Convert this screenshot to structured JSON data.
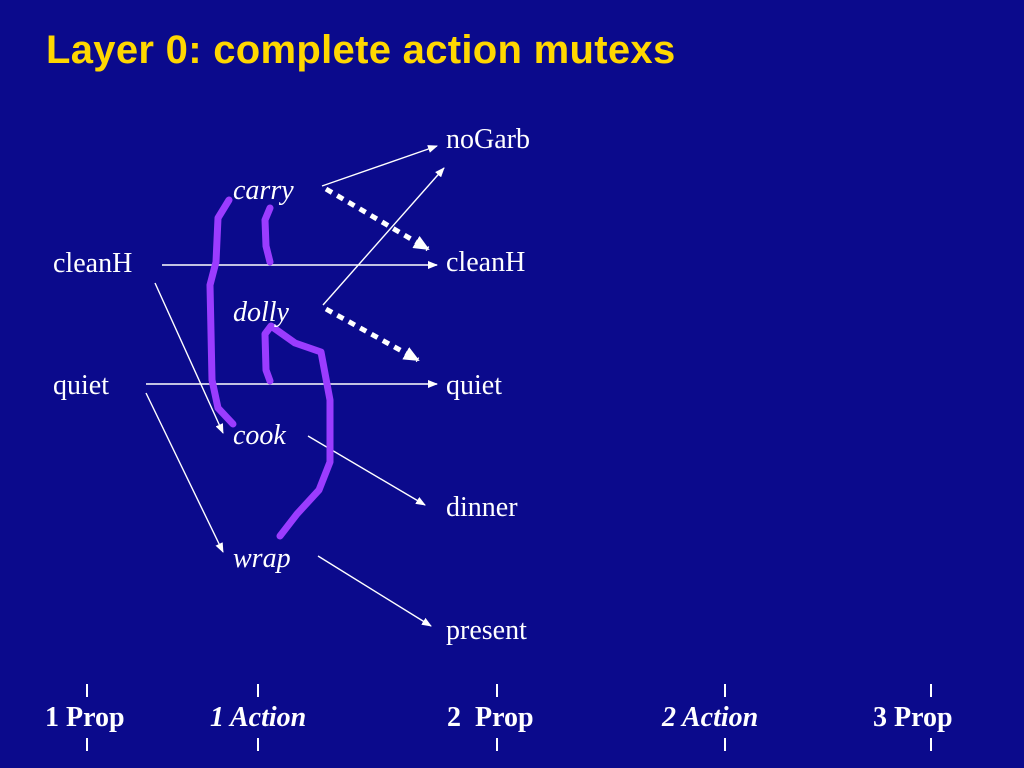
{
  "title": "Layer 0: complete action mutexs",
  "diagram": {
    "layer0_props": [
      "cleanH",
      "quiet"
    ],
    "layer1_actions": [
      "carry",
      "dolly",
      "cook",
      "wrap"
    ],
    "layer2_props": [
      "noGarb",
      "cleanH",
      "quiet",
      "dinner",
      "present"
    ],
    "edges": [
      {
        "from": "cleanH",
        "to": "cleanH"
      },
      {
        "from": "quiet",
        "to": "quiet"
      },
      {
        "from": "cleanH",
        "to": "cook"
      },
      {
        "from": "quiet",
        "to": "wrap"
      },
      {
        "from": "carry",
        "to": "noGarb"
      },
      {
        "from": "dolly",
        "to": "noGarb"
      },
      {
        "from": "cook",
        "to": "dinner"
      },
      {
        "from": "wrap",
        "to": "present"
      },
      {
        "from": "carry",
        "to": "cleanH",
        "style": "dotted"
      },
      {
        "from": "dolly",
        "to": "quiet",
        "style": "dotted"
      }
    ],
    "mutexes": [
      [
        "carry",
        "cook"
      ],
      [
        "carry",
        "dolly"
      ],
      [
        "dolly",
        "wrap"
      ]
    ]
  },
  "timeline": [
    "1 Prop",
    "1 Action",
    "2  Prop",
    "2 Action",
    "3 Prop"
  ],
  "colors": {
    "background": "#0b0a8c",
    "title": "#ffd700",
    "text": "#ffffff",
    "mutex": "#9b3cff"
  }
}
